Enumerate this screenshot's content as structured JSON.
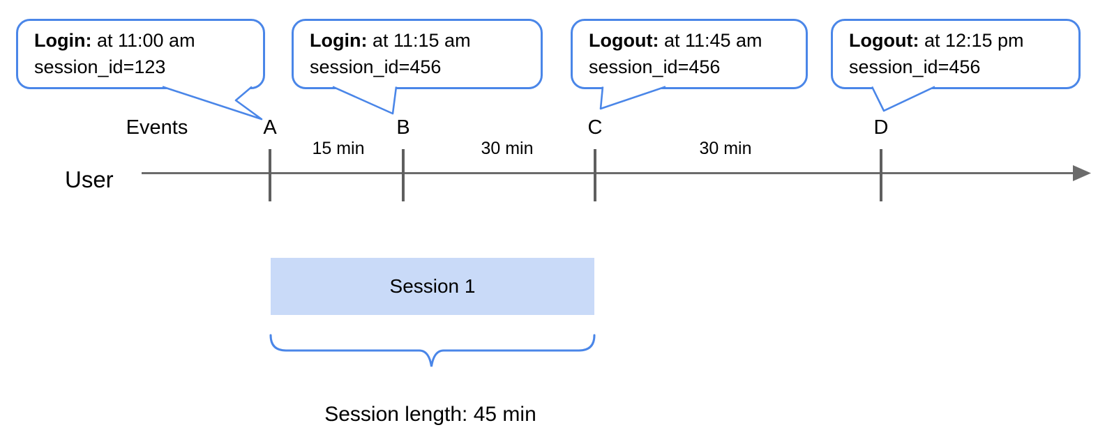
{
  "callouts": [
    {
      "event": "A",
      "action": "Login:",
      "detail": " at 11:00 am",
      "session": "session_id=123"
    },
    {
      "event": "B",
      "action": "Login:",
      "detail": " at 11:15 am",
      "session": "session_id=456"
    },
    {
      "event": "C",
      "action": "Logout:",
      "detail": " at 11:45 am",
      "session": "session_id=456"
    },
    {
      "event": "D",
      "action": "Logout:",
      "detail": " at 12:15 pm",
      "session": "session_id=456"
    }
  ],
  "timeline": {
    "axis_label": "Events",
    "user_label": "User",
    "events": [
      "A",
      "B",
      "C",
      "D"
    ],
    "intervals": [
      "15 min",
      "30 min",
      "30 min"
    ]
  },
  "session": {
    "label": "Session 1",
    "length_label": "Session length: 45 min"
  },
  "colors": {
    "accent_blue": "#4a86e8",
    "session_fill": "#c9daf8",
    "line_gray": "#666666"
  }
}
